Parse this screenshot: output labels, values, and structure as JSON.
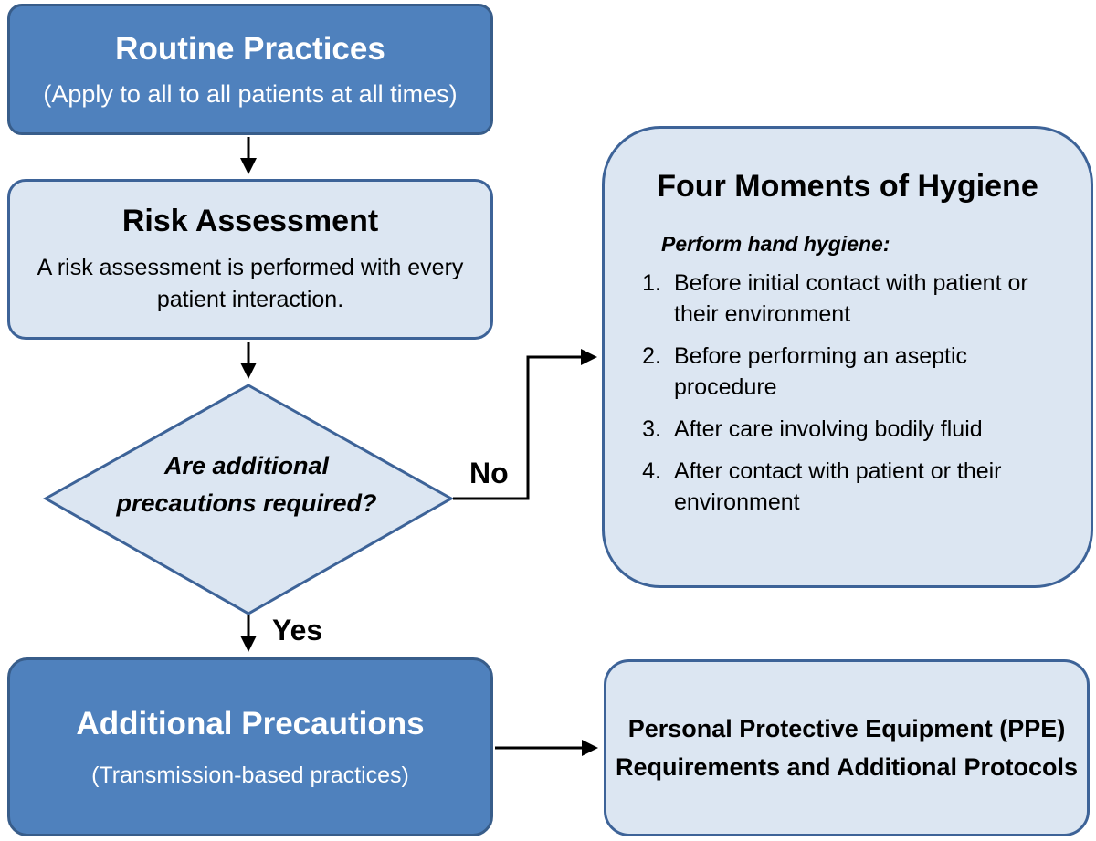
{
  "routine": {
    "title": "Routine Practices",
    "subtitle": "(Apply to all to all patients at all times)"
  },
  "risk": {
    "title": "Risk Assessment",
    "description": "A risk assessment is performed with every patient interaction."
  },
  "decision": {
    "question": "Are additional precautions required?",
    "yes_label": "Yes",
    "no_label": "No"
  },
  "additional": {
    "title": "Additional Precautions",
    "subtitle": "(Transmission-based practices)"
  },
  "ppe": {
    "title": "Personal Protective Equipment (PPE) Requirements and Additional Protocols"
  },
  "hygiene": {
    "title": "Four Moments of Hygiene",
    "lead": "Perform hand hygiene:",
    "items": [
      {
        "num": "1.",
        "text": "Before initial contact with patient or their environment"
      },
      {
        "num": "2.",
        "text": "Before performing an aseptic procedure"
      },
      {
        "num": "3.",
        "text": "After care involving bodily fluid"
      },
      {
        "num": "4.",
        "text": "After contact with patient or their environment"
      }
    ]
  },
  "colors": {
    "dark_fill": "#4f81bd",
    "light_fill": "#dce6f2",
    "border": "#3d6398",
    "arrow": "#000000"
  }
}
